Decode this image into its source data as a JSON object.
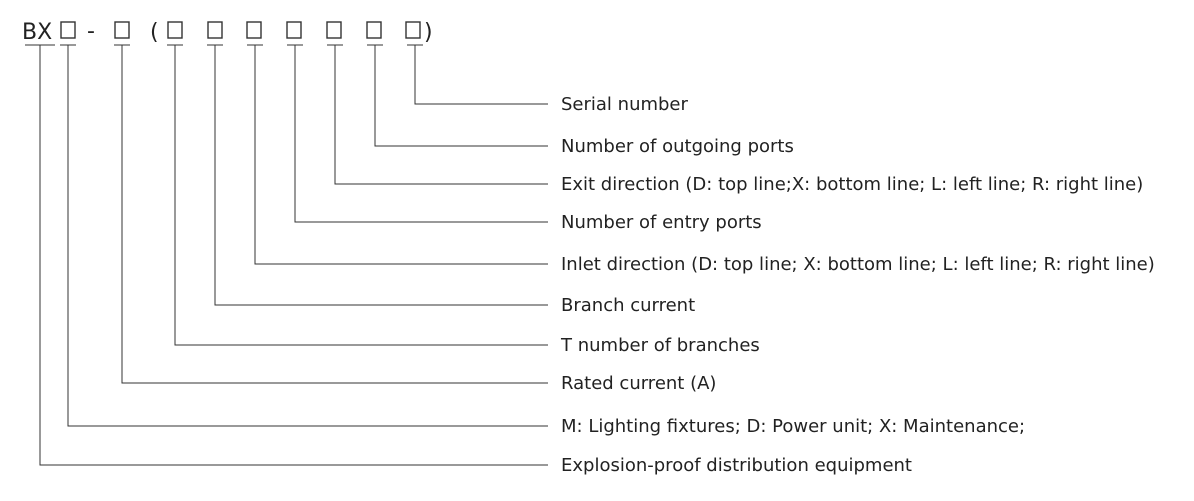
{
  "code": {
    "prefix": "BX",
    "dash": "-",
    "open_paren": "(",
    "close_paren": ")"
  },
  "fields": [
    {
      "label": "Explosion-proof distribution equipment"
    },
    {
      "label": "M: Lighting fixtures; D: Power unit; X: Maintenance;"
    },
    {
      "label": "Rated current (A)"
    },
    {
      "label": "T number of branches"
    },
    {
      "label": "Branch current"
    },
    {
      "label": "Inlet direction (D: top line; X: bottom line; L: left line; R: right line)"
    },
    {
      "label": "Number of entry ports"
    },
    {
      "label": "Exit direction (D: top line;X: bottom line; L: left line; R: right line)"
    },
    {
      "label": "Number of outgoing ports"
    },
    {
      "label": "Serial number"
    }
  ]
}
